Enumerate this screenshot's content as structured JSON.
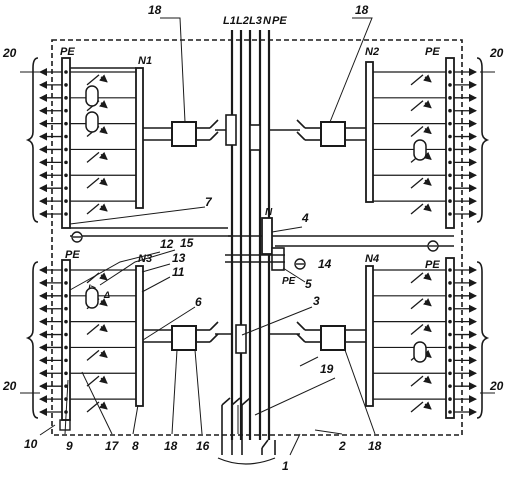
{
  "diagram": {
    "bus_labels": [
      "L1",
      "L2",
      "L3",
      "N",
      "PE"
    ],
    "neutral_labels": [
      "N1",
      "N2",
      "N3",
      "N4",
      "N"
    ],
    "pe_labels": [
      "PE",
      "PE",
      "PE",
      "PE",
      "PE"
    ],
    "callouts": [
      "1",
      "2",
      "3",
      "4",
      "5",
      "6",
      "7",
      "8",
      "9",
      "10",
      "11",
      "12",
      "13",
      "14",
      "15",
      "16",
      "17",
      "18",
      "19",
      "20"
    ],
    "relay_symbol": "I>",
    "delta_symbol": "Δ"
  },
  "colors": {
    "ink": "#1a1a1a",
    "background": "#ffffff"
  }
}
